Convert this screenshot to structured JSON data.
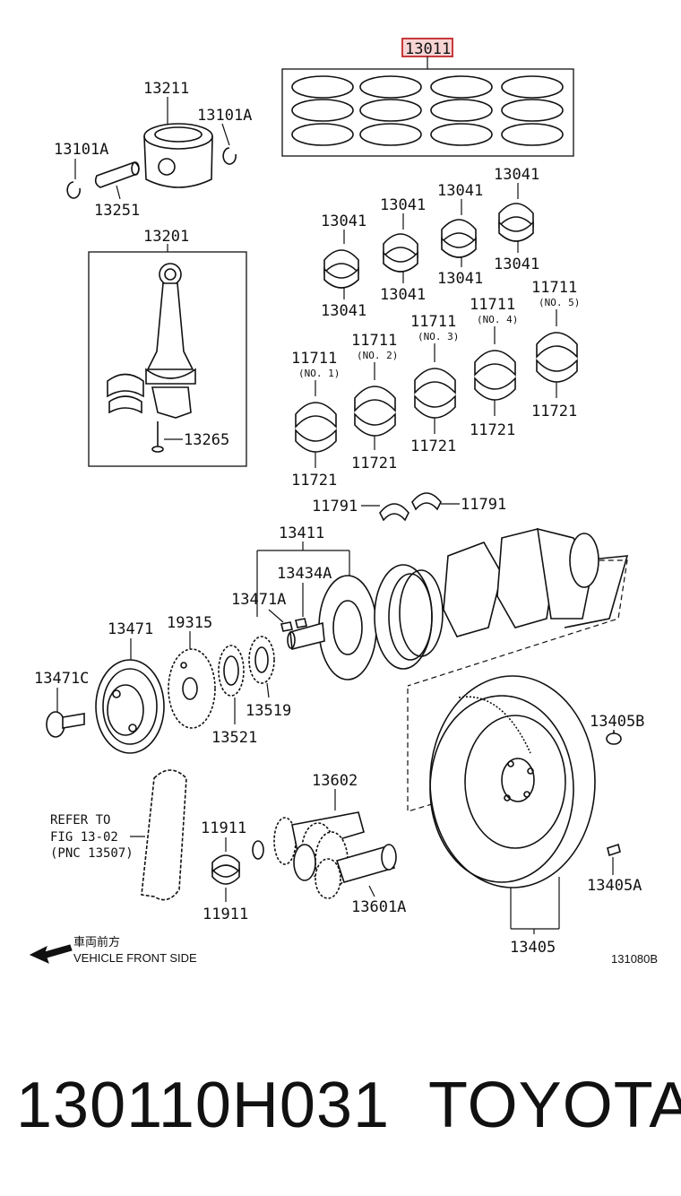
{
  "diagram": {
    "highlighted_part": "13011",
    "labels": {
      "p13011": "13011",
      "p13211": "13211",
      "p13101A_left": "13101A",
      "p13101A_right": "13101A",
      "p13251": "13251",
      "p13201": "13201",
      "p13265": "13265",
      "p13041": [
        "13041",
        "13041",
        "13041",
        "13041",
        "13041",
        "13041",
        "13041",
        "13041"
      ],
      "p11711": [
        "11711",
        "11711",
        "11711",
        "11711",
        "11711"
      ],
      "p11711_sub": [
        "(NO. 1)",
        "(NO. 2)",
        "(NO. 3)",
        "(NO. 4)",
        "(NO. 5)"
      ],
      "p11721": [
        "11721",
        "11721",
        "11721",
        "11721",
        "11721"
      ],
      "p11791": [
        "11791",
        "11791"
      ],
      "p13411": "13411",
      "p13434A": "13434A",
      "p13471A": "13471A",
      "p13471": "13471",
      "p19315": "19315",
      "p13471C": "13471C",
      "p13521": "13521",
      "p13519": "13519",
      "p13405B": "13405B",
      "p13602": "13602",
      "p11911": [
        "11911",
        "11911"
      ],
      "p13601A": "13601A",
      "p13405A": "13405A",
      "p13405": "13405"
    },
    "refer_note": [
      "REFER TO",
      "FIG 13-02",
      "(PNC 13507)"
    ],
    "front_label_jp": "車両前方",
    "front_label_en": "VEHICLE FRONT SIDE",
    "figure_code": "131080B"
  },
  "banner": {
    "part_number": "130110H031",
    "brand": "TOYOTA"
  },
  "colors": {
    "highlight_stroke": "#c0262a",
    "highlight_fill": "#f7d4d4",
    "ink": "#111111"
  }
}
